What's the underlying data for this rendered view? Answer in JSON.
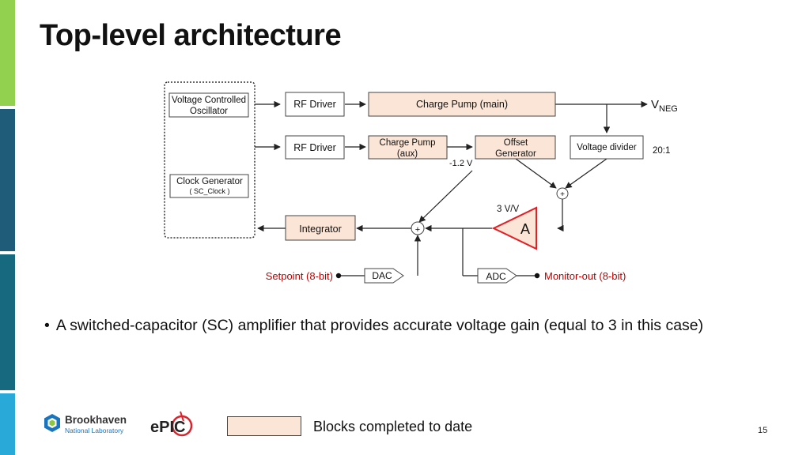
{
  "slide": {
    "title": "Top-level architecture",
    "bullet": "A switched-capacitor (SC) amplifier that provides accurate voltage gain (equal to 3 in this case)",
    "page_number": "15"
  },
  "legend": {
    "label": "Blocks completed to date",
    "completed_color": "#fbe5d6"
  },
  "colors": {
    "sidebar": [
      "#92d050",
      "#1f5c7a",
      "#17697f",
      "#29a9d8"
    ],
    "amplifier": "#e31e24",
    "annotation": "#c00000"
  },
  "blocks": {
    "vco_line1": "Voltage Controlled",
    "vco_line2": "Oscillator",
    "rf_driver_1": "RF Driver",
    "charge_pump_main": "Charge Pump (main)",
    "rf_driver_2": "RF Driver",
    "charge_pump_aux_line1": "Charge Pump",
    "charge_pump_aux_line2": "(aux)",
    "offset_gen_line1": "Offset",
    "offset_gen_line2": "Generator",
    "voltage_divider": "Voltage divider",
    "clock_gen_line1": "Clock Generator",
    "clock_gen_line2": "( SC_Clock )",
    "integrator": "Integrator",
    "dac": "DAC",
    "adc": "ADC",
    "amplifier": "A"
  },
  "labels": {
    "vneg_main": "V",
    "vneg_sub": "NEG",
    "ratio": "20:1",
    "offset_voltage": "-1.2 V",
    "gain": "3 V/V",
    "sum_symbol": "+",
    "setpoint": "Setpoint (8-bit)",
    "monitor_out": "Monitor-out (8-bit)"
  },
  "logos": {
    "bnl_line1": "Brookhaven",
    "bnl_line2": "National Laboratory",
    "epic": "ePIC"
  }
}
